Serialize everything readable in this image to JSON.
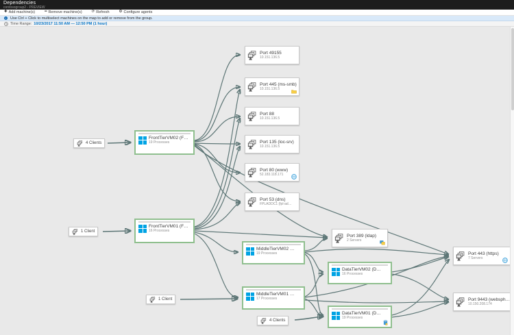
{
  "header": {
    "title": "Dependencies",
    "subtitle": "contosogroup2 - PREVIEW"
  },
  "toolbar": {
    "items": [
      {
        "label": "Add machine(s)",
        "icon": "plus-icon"
      },
      {
        "label": "Remove machine(s)",
        "icon": "minus-icon"
      },
      {
        "label": "Refresh",
        "icon": "refresh-icon"
      },
      {
        "label": "Configure agents",
        "icon": "gear-icon"
      }
    ]
  },
  "info_bar": {
    "message": "Use Ctrl + Click to multiselect machines on the map to add or remove from the group."
  },
  "time_bar": {
    "label": "Time Range:",
    "value": "10/23/2017 11:50 AM — 12:50 PM (1 hour)"
  },
  "map": {
    "clients": [
      {
        "id": "clients-4-top",
        "label": "4 Clients"
      },
      {
        "id": "client-1-front",
        "label": "1 Client"
      },
      {
        "id": "client-1-middle",
        "label": "1 Client"
      },
      {
        "id": "clients-4-bottom",
        "label": "4 Clients"
      }
    ],
    "machines": [
      {
        "id": "fronttiervm02",
        "title": "FrontTierVM02 (F…",
        "subtitle": "19 Processes"
      },
      {
        "id": "fronttiervm01",
        "title": "FrontTierVM01 (F…",
        "subtitle": "16 Processes"
      },
      {
        "id": "middletiervm02",
        "title": "MiddleTierVM02 …",
        "subtitle": "19 Processes"
      },
      {
        "id": "middletiervm01",
        "title": "MiddleTierVM01 …",
        "subtitle": "17 Processes"
      },
      {
        "id": "datatiervm02",
        "title": "DataTierVM02 (D…",
        "subtitle": "16 Processes"
      },
      {
        "id": "datatiervm01",
        "title": "DataTierVM01 (D…",
        "subtitle": "19 Processes",
        "badge_icon": "database-icon"
      }
    ],
    "ports": [
      {
        "id": "port-49155",
        "title": "Port 49155",
        "subtitle": "10.151.136.5"
      },
      {
        "id": "port-445",
        "title": "Port 445 (ms-smb)",
        "subtitle": "10.151.136.5",
        "badge_icon": "share-folder-icon"
      },
      {
        "id": "port-88",
        "title": "Port 88",
        "subtitle": "10.151.136.5"
      },
      {
        "id": "port-135",
        "title": "Port 135 (loc-srv)",
        "subtitle": "10.151.136.5"
      },
      {
        "id": "port-80",
        "title": "Port 80 (www)",
        "subtitle": "52.183.118.171",
        "badge_icon": "globe-icon"
      },
      {
        "id": "port-53",
        "title": "Port 53 (dns)",
        "subtitle": "FPLADDC1 (fpl-ad…"
      },
      {
        "id": "port-389",
        "title": "Port 389 (ldap)",
        "subtitle": "2 Servers",
        "badge_icon": "servers-icon"
      },
      {
        "id": "port-443",
        "title": "Port 443 (https)",
        "subtitle": "7 Servers",
        "badge_icon": "globe-icon"
      },
      {
        "id": "port-9443",
        "title": "Port 9443 (websph…",
        "subtitle": "10.150.208.174"
      }
    ],
    "edges": [
      {
        "from": "clients-4-top",
        "to": "fronttiervm02"
      },
      {
        "from": "fronttiervm02",
        "to": "port-49155"
      },
      {
        "from": "fronttiervm02",
        "to": "port-445"
      },
      {
        "from": "fronttiervm02",
        "to": "port-88"
      },
      {
        "from": "fronttiervm02",
        "to": "port-135"
      },
      {
        "from": "fronttiervm02",
        "to": "port-80"
      },
      {
        "from": "fronttiervm02",
        "to": "port-53"
      },
      {
        "from": "fronttiervm02",
        "to": "port-389"
      },
      {
        "from": "fronttiervm02",
        "to": "port-443"
      },
      {
        "from": "client-1-front",
        "to": "fronttiervm01"
      },
      {
        "from": "fronttiervm01",
        "to": "port-445"
      },
      {
        "from": "fronttiervm01",
        "to": "port-88"
      },
      {
        "from": "fronttiervm01",
        "to": "port-135"
      },
      {
        "from": "fronttiervm01",
        "to": "port-53"
      },
      {
        "from": "fronttiervm01",
        "to": "port-389"
      },
      {
        "from": "fronttiervm01",
        "to": "middletiervm02"
      },
      {
        "from": "fronttiervm01",
        "to": "middletiervm01"
      },
      {
        "from": "middletiervm02",
        "to": "port-389"
      },
      {
        "from": "middletiervm02",
        "to": "datatiervm02"
      },
      {
        "from": "middletiervm02",
        "to": "datatiervm01"
      },
      {
        "from": "middletiervm02",
        "to": "port-443"
      },
      {
        "from": "middletiervm01",
        "to": "datatiervm02"
      },
      {
        "from": "middletiervm01",
        "to": "datatiervm01"
      },
      {
        "from": "middletiervm01",
        "to": "port-443"
      },
      {
        "from": "middletiervm01",
        "to": "port-9443"
      },
      {
        "from": "client-1-middle",
        "to": "middletiervm01"
      },
      {
        "from": "clients-4-bottom",
        "to": "datatiervm01"
      },
      {
        "from": "datatiervm02",
        "to": "port-443"
      },
      {
        "from": "datatiervm02",
        "to": "port-9443"
      },
      {
        "from": "datatiervm01",
        "to": "port-443"
      },
      {
        "from": "datatiervm01",
        "to": "port-9443"
      }
    ]
  },
  "colors": {
    "accent_blue": "#0072c6",
    "edge": "#5d7676",
    "machine_group_border": "#8fbf8e",
    "windows_blue": "#00a3e4",
    "info_bar_bg": "#d9e9f9",
    "map_bg": "#e9e9e9",
    "header_bg": "#1d1d1d"
  }
}
